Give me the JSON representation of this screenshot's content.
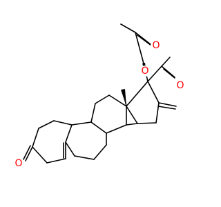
{
  "atoms": {
    "ester_carbonyl_o": {
      "label": "O",
      "color": "#ff0000"
    },
    "ester_o": {
      "label": "O",
      "color": "#ff0000"
    },
    "ketone_o_right": {
      "label": "O",
      "color": "#ff0000"
    },
    "ketone_o_left": {
      "label": "O",
      "color": "#ff0000"
    }
  }
}
